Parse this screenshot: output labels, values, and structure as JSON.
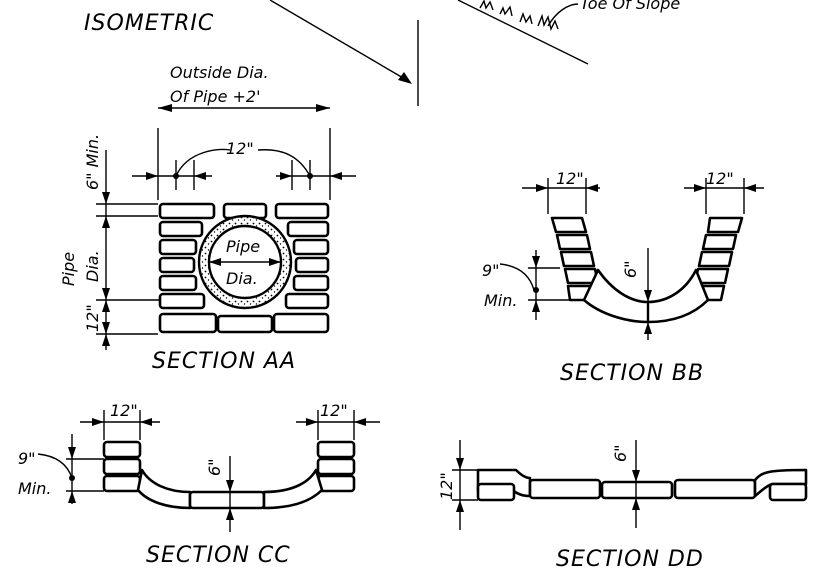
{
  "header": {
    "isometric_label": "ISOMETRIC",
    "toe_label": "Toe Of Slope"
  },
  "section_aa": {
    "title": "SECTION AA",
    "outside_dia_line1": "Outside Dia.",
    "outside_dia_line2": "Of Pipe +2'",
    "dim_12_top": "12\"",
    "dim_6_min": "6\" Min.",
    "pipe_dia_side_1": "Pipe",
    "pipe_dia_side_2": "Dia.",
    "dim_12_side": "12\"",
    "pipe_label_1": "Pipe",
    "pipe_label_2": "Dia."
  },
  "section_bb": {
    "title": "SECTION BB",
    "dim_12_left": "12\"",
    "dim_12_right": "12\"",
    "dim_9_min_1": "9\"",
    "dim_9_min_2": "Min.",
    "dim_6": "6\""
  },
  "section_cc": {
    "title": "SECTION CC",
    "dim_12_left": "12\"",
    "dim_12_right": "12\"",
    "dim_9_min_1": "9\"",
    "dim_9_min_2": "Min.",
    "dim_6": "6\""
  },
  "section_dd": {
    "title": "SECTION DD",
    "dim_12_side": "12\"",
    "dim_6": "6\""
  }
}
